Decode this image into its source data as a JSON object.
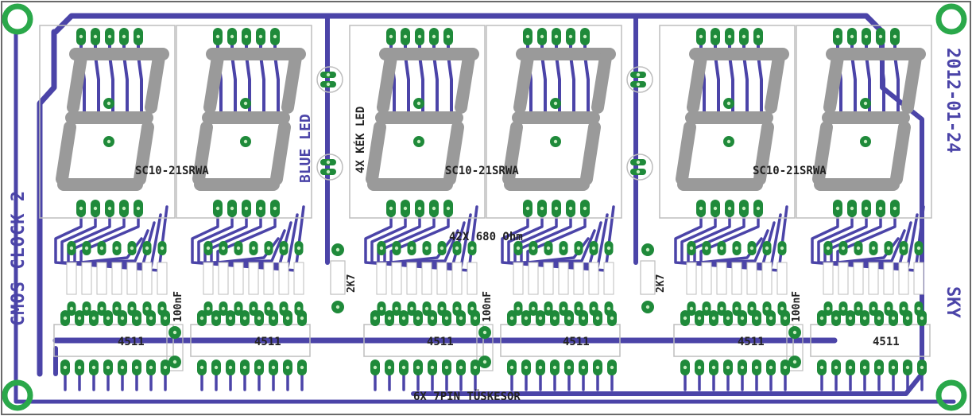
{
  "board": {
    "title": "CMOS CLOCK 2",
    "version": "2012-01-24",
    "author": "SKY",
    "bottom_label": "6X 7PIN TÜSKESOR",
    "led_label": "4X KÉK LED",
    "blue_led": "BLUE LED",
    "resistor_label": "42X 680 Ohm",
    "cap_label": "100nF",
    "pullup_label": "2K7",
    "display_part": "SC10-21SRWA",
    "ic_label": "4511"
  },
  "colors": {
    "trace": "#4b44a8",
    "pad": "#1f8a3a",
    "pad_hole": "#c7ecc0",
    "silk": "#9a9a9a",
    "outline": "#bdbdbd",
    "mounting": "#2aa84a"
  },
  "modules": [
    {
      "display_1": "digit-1",
      "display_2": "digit-2"
    },
    {
      "display_1": "digit-3",
      "display_2": "digit-4"
    },
    {
      "display_1": "digit-5",
      "display_2": "digit-6"
    }
  ]
}
